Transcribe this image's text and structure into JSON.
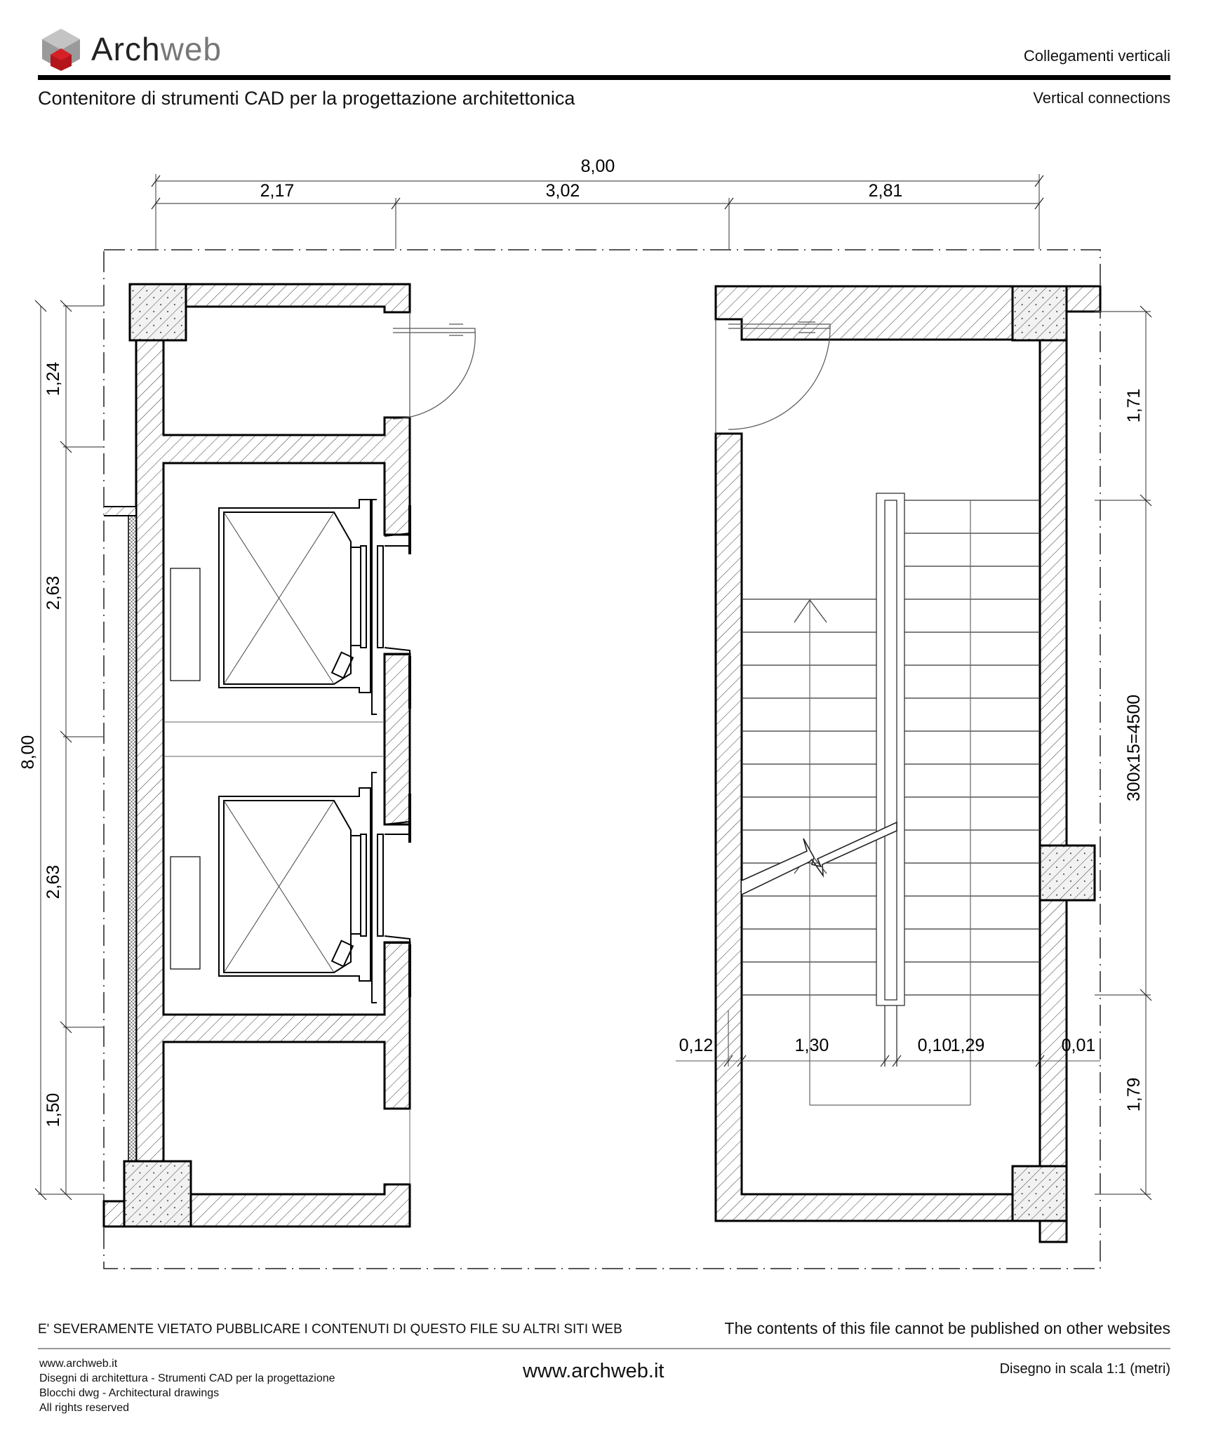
{
  "header": {
    "brand_part1": "Arch",
    "brand_part2": "web",
    "subtitle": "Contenitore di strumenti CAD per la progettazione architettonica",
    "category_it": "Collegamenti verticali",
    "category_en": "Vertical connections"
  },
  "drawing": {
    "top_dimensions": {
      "overall": "8,00",
      "segments": [
        "2,17",
        "3,02",
        "2,81"
      ]
    },
    "left_dimensions": {
      "overall": "8,00",
      "segments": [
        "1,24",
        "2,63",
        "2,63",
        "1,50"
      ]
    },
    "right_dimensions": {
      "segments": [
        "1,71",
        "300x15=4500",
        "1,79"
      ]
    },
    "stair_width_dimensions": [
      "0,12",
      "1,30",
      "0,10",
      "1,29",
      "0,01"
    ],
    "elements": {
      "left_block": "Lift shafts (2 elevators) with lobby and corridor",
      "right_block": "Stairwell with two flights and central well"
    }
  },
  "footer": {
    "warning_it": "E' SEVERAMENTE VIETATO PUBBLICARE I CONTENUTI DI QUESTO FILE SU ALTRI SITI WEB",
    "warning_en": "The contents of this file cannot be published on other websites",
    "left_lines": [
      "www.archweb.it",
      "Disegni di architettura - Strumenti CAD  per la progettazione",
      "Blocchi dwg - Architectural drawings",
      "All rights reserved"
    ],
    "url": "www.archweb.it",
    "scale": "Disegno in scala 1:1 (metri)"
  }
}
